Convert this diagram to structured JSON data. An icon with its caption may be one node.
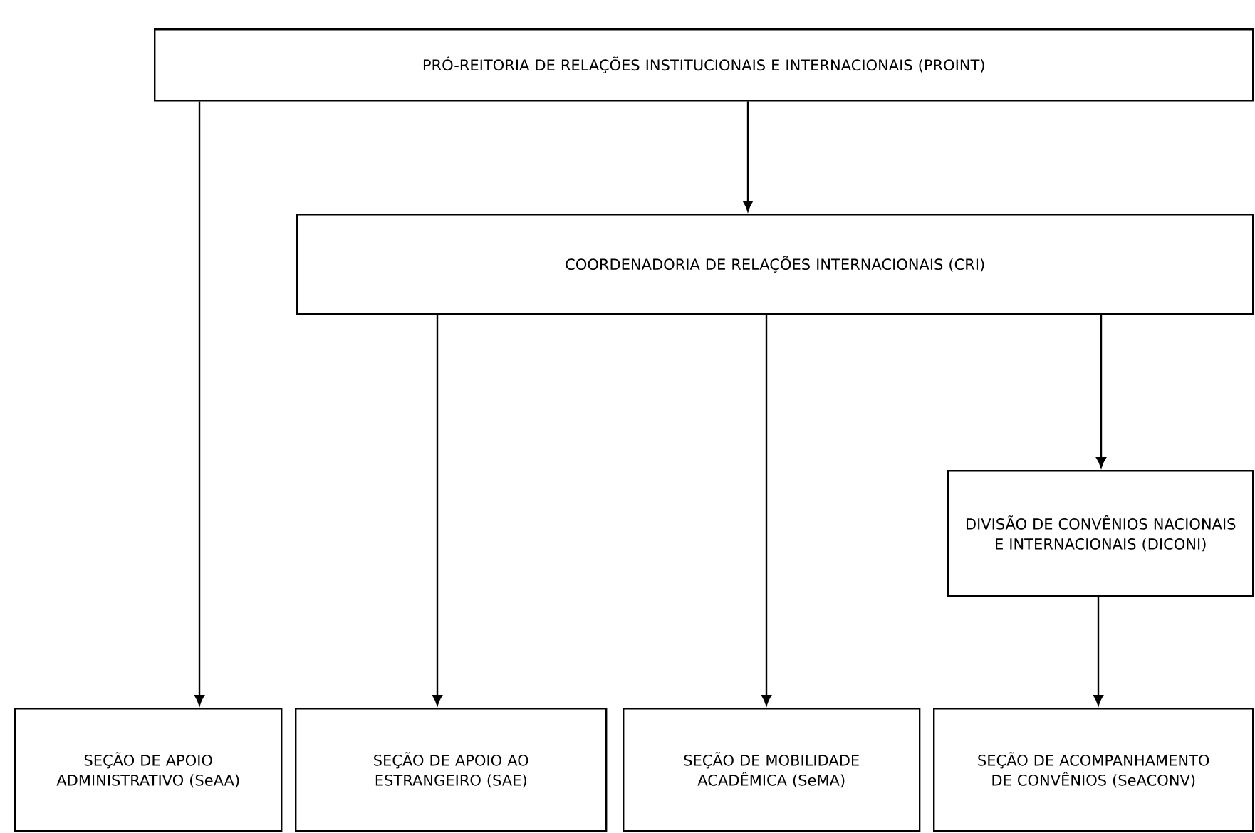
{
  "diagram": {
    "nodes": [
      {
        "text": [
          "PRÓ-REITORIA DE RELAÇÕES INSTITUCIONAIS E INTERNACIONAIS (PROINT)"
        ]
      },
      {
        "text": [
          "COORDENADORIA DE RELAÇÕES INTERNACIONAIS (CRI)"
        ]
      },
      {
        "text": [
          "DIVISÃO DE CONVÊNIOS NACIONAIS E INTERNACIONAIS (DICONI)"
        ]
      },
      {
        "text": [
          "SEÇÃO DE APOIO ADMINISTRATIVO (SeAA)"
        ]
      },
      {
        "text": [
          "SEÇÃO DE APOIO AO ESTRANGEIRO (SAE)"
        ]
      },
      {
        "text": [
          "SEÇÃO DE MOBILIDADE ACADÊMICA (SeMA)"
        ]
      },
      {
        "text": [
          "SEÇÃO DE ACOMPANHAMENTO DE CONVÊNIOS (SeACONV)"
        ]
      }
    ],
    "edges": [
      {
        "from": 0,
        "to": 1,
        "arrow": "to"
      },
      {
        "from": 0,
        "to": 3,
        "arrow": "to"
      },
      {
        "from": 1,
        "to": 4,
        "arrow": "to"
      },
      {
        "from": 1,
        "to": 5,
        "arrow": "to"
      },
      {
        "from": 1,
        "to": 2,
        "arrow": "to"
      },
      {
        "from": 2,
        "to": 6,
        "arrow": "to"
      }
    ]
  }
}
